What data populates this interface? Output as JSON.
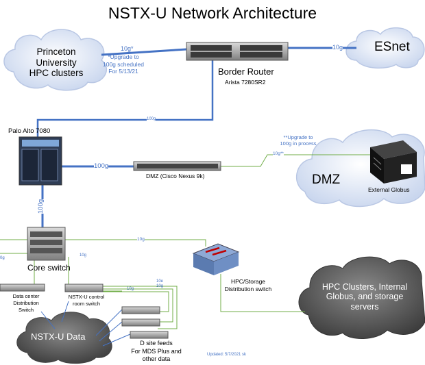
{
  "title": "NSTX-U Network Architecture",
  "clouds": {
    "princeton": [
      "Princeton",
      "University",
      "HPC clusters"
    ],
    "esnet": "ESnet",
    "dmz": "DMZ",
    "hpc": [
      "HPC Clusters, Internal",
      "Globus, and storage",
      "servers"
    ],
    "nstxu_data": "NSTX-U Data"
  },
  "devices": {
    "border_router": {
      "name": "Border Router",
      "model": "Arista 7280SR2"
    },
    "palo_alto": "Palo Alto 7080",
    "dmz_switch": "DMZ (Cisco Nexus 9k)",
    "external_globus": "External Globus",
    "core_switch": "Core switch",
    "hpc_storage_switch": [
      "HPC/Storage",
      "Distribution switch"
    ],
    "datacenter_switch": [
      "Data center",
      "Distribution",
      "Switch"
    ],
    "control_room_switch": [
      "NSTX-U control",
      "room switch"
    ],
    "dsite": [
      "D site feeds",
      "For MDS Plus and",
      "other data"
    ]
  },
  "links": {
    "princeton_speed": "10g*",
    "princeton_note": [
      "*Upgrade to",
      "100g scheduled",
      "For 5/13/21"
    ],
    "esnet_speed": "10g",
    "router_palo": "100g",
    "palo_dmz": "100g",
    "palo_core": "100g",
    "dmz_globus_speed": "10g**",
    "dmz_globus_note": [
      "**Upgrade to",
      "100g in process"
    ],
    "core_hpc": "10g",
    "core_left": "0g",
    "core_control": "10g",
    "control_a": "10e",
    "control_b": "10g",
    "control_c": "10g"
  },
  "footer": "Updated: 5/7/2021 sk",
  "colors": {
    "blue_link": "#4472c4",
    "green_link": "#70ad47",
    "cloud": "#dfe6f3",
    "dark_cloud": "#555555"
  }
}
